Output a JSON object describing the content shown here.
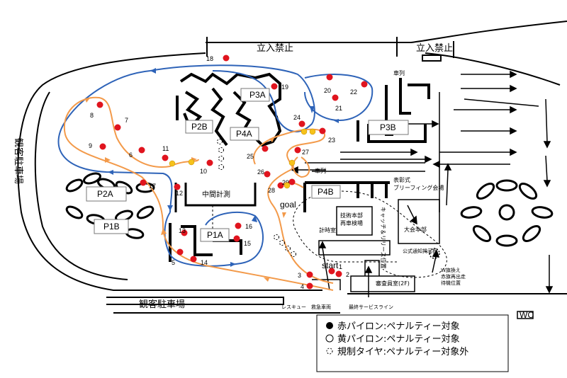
{
  "map": {
    "no_entry_top": "立入禁止",
    "no_entry_right": "立入禁止",
    "spectator_parking_left": "観客駐車場",
    "spectator_parking_bottom": "観客駐車場",
    "zones": {
      "p1a": "P1A",
      "p1b": "P1B",
      "p2a": "P2A",
      "p2b": "P2B",
      "p3a": "P3A",
      "p3b": "P3B",
      "p4a": "P4A",
      "p4b": "P4B"
    },
    "midpoint_timing": "中間計測",
    "goal": "goal",
    "start": "start",
    "car_line_top": "車列",
    "car_line_mid": "車列",
    "award_briefing": "表彰式\nブリーフィング会場",
    "tech_hq": "技術本部\n再車検場",
    "timer_room": "計時室",
    "catch_and_release": "キャッチ＆リリース位置",
    "hq": "大会本部",
    "results_board": "公式通知掲示板",
    "w_checkered": "W旗換え\n赤旗再出走\n待機位置",
    "stewards_room": "審査員室(2F)",
    "rescue": "レスキュー　救急車両",
    "final_service": "最終サービスライン",
    "wc": "WC",
    "pylons": [
      "1",
      "2",
      "3",
      "4",
      "5",
      "6",
      "7",
      "8",
      "9",
      "10",
      "11",
      "12",
      "13",
      "14",
      "15",
      "16",
      "17",
      "18",
      "19",
      "20",
      "21",
      "22",
      "23",
      "24",
      "25",
      "26",
      "27",
      "28",
      "29"
    ]
  },
  "legend": {
    "red": "赤パイロン:ペナルティー対象",
    "yellow": "黄パイロン:ペナルティー対象",
    "tire": "規制タイヤ:ペナルティー対象外"
  },
  "colors": {
    "blue_route": "#2e63b8",
    "orange_route": "#f39a4a",
    "red_pylon": "#e0141e",
    "yellow_pylon": "#f6c21b"
  }
}
